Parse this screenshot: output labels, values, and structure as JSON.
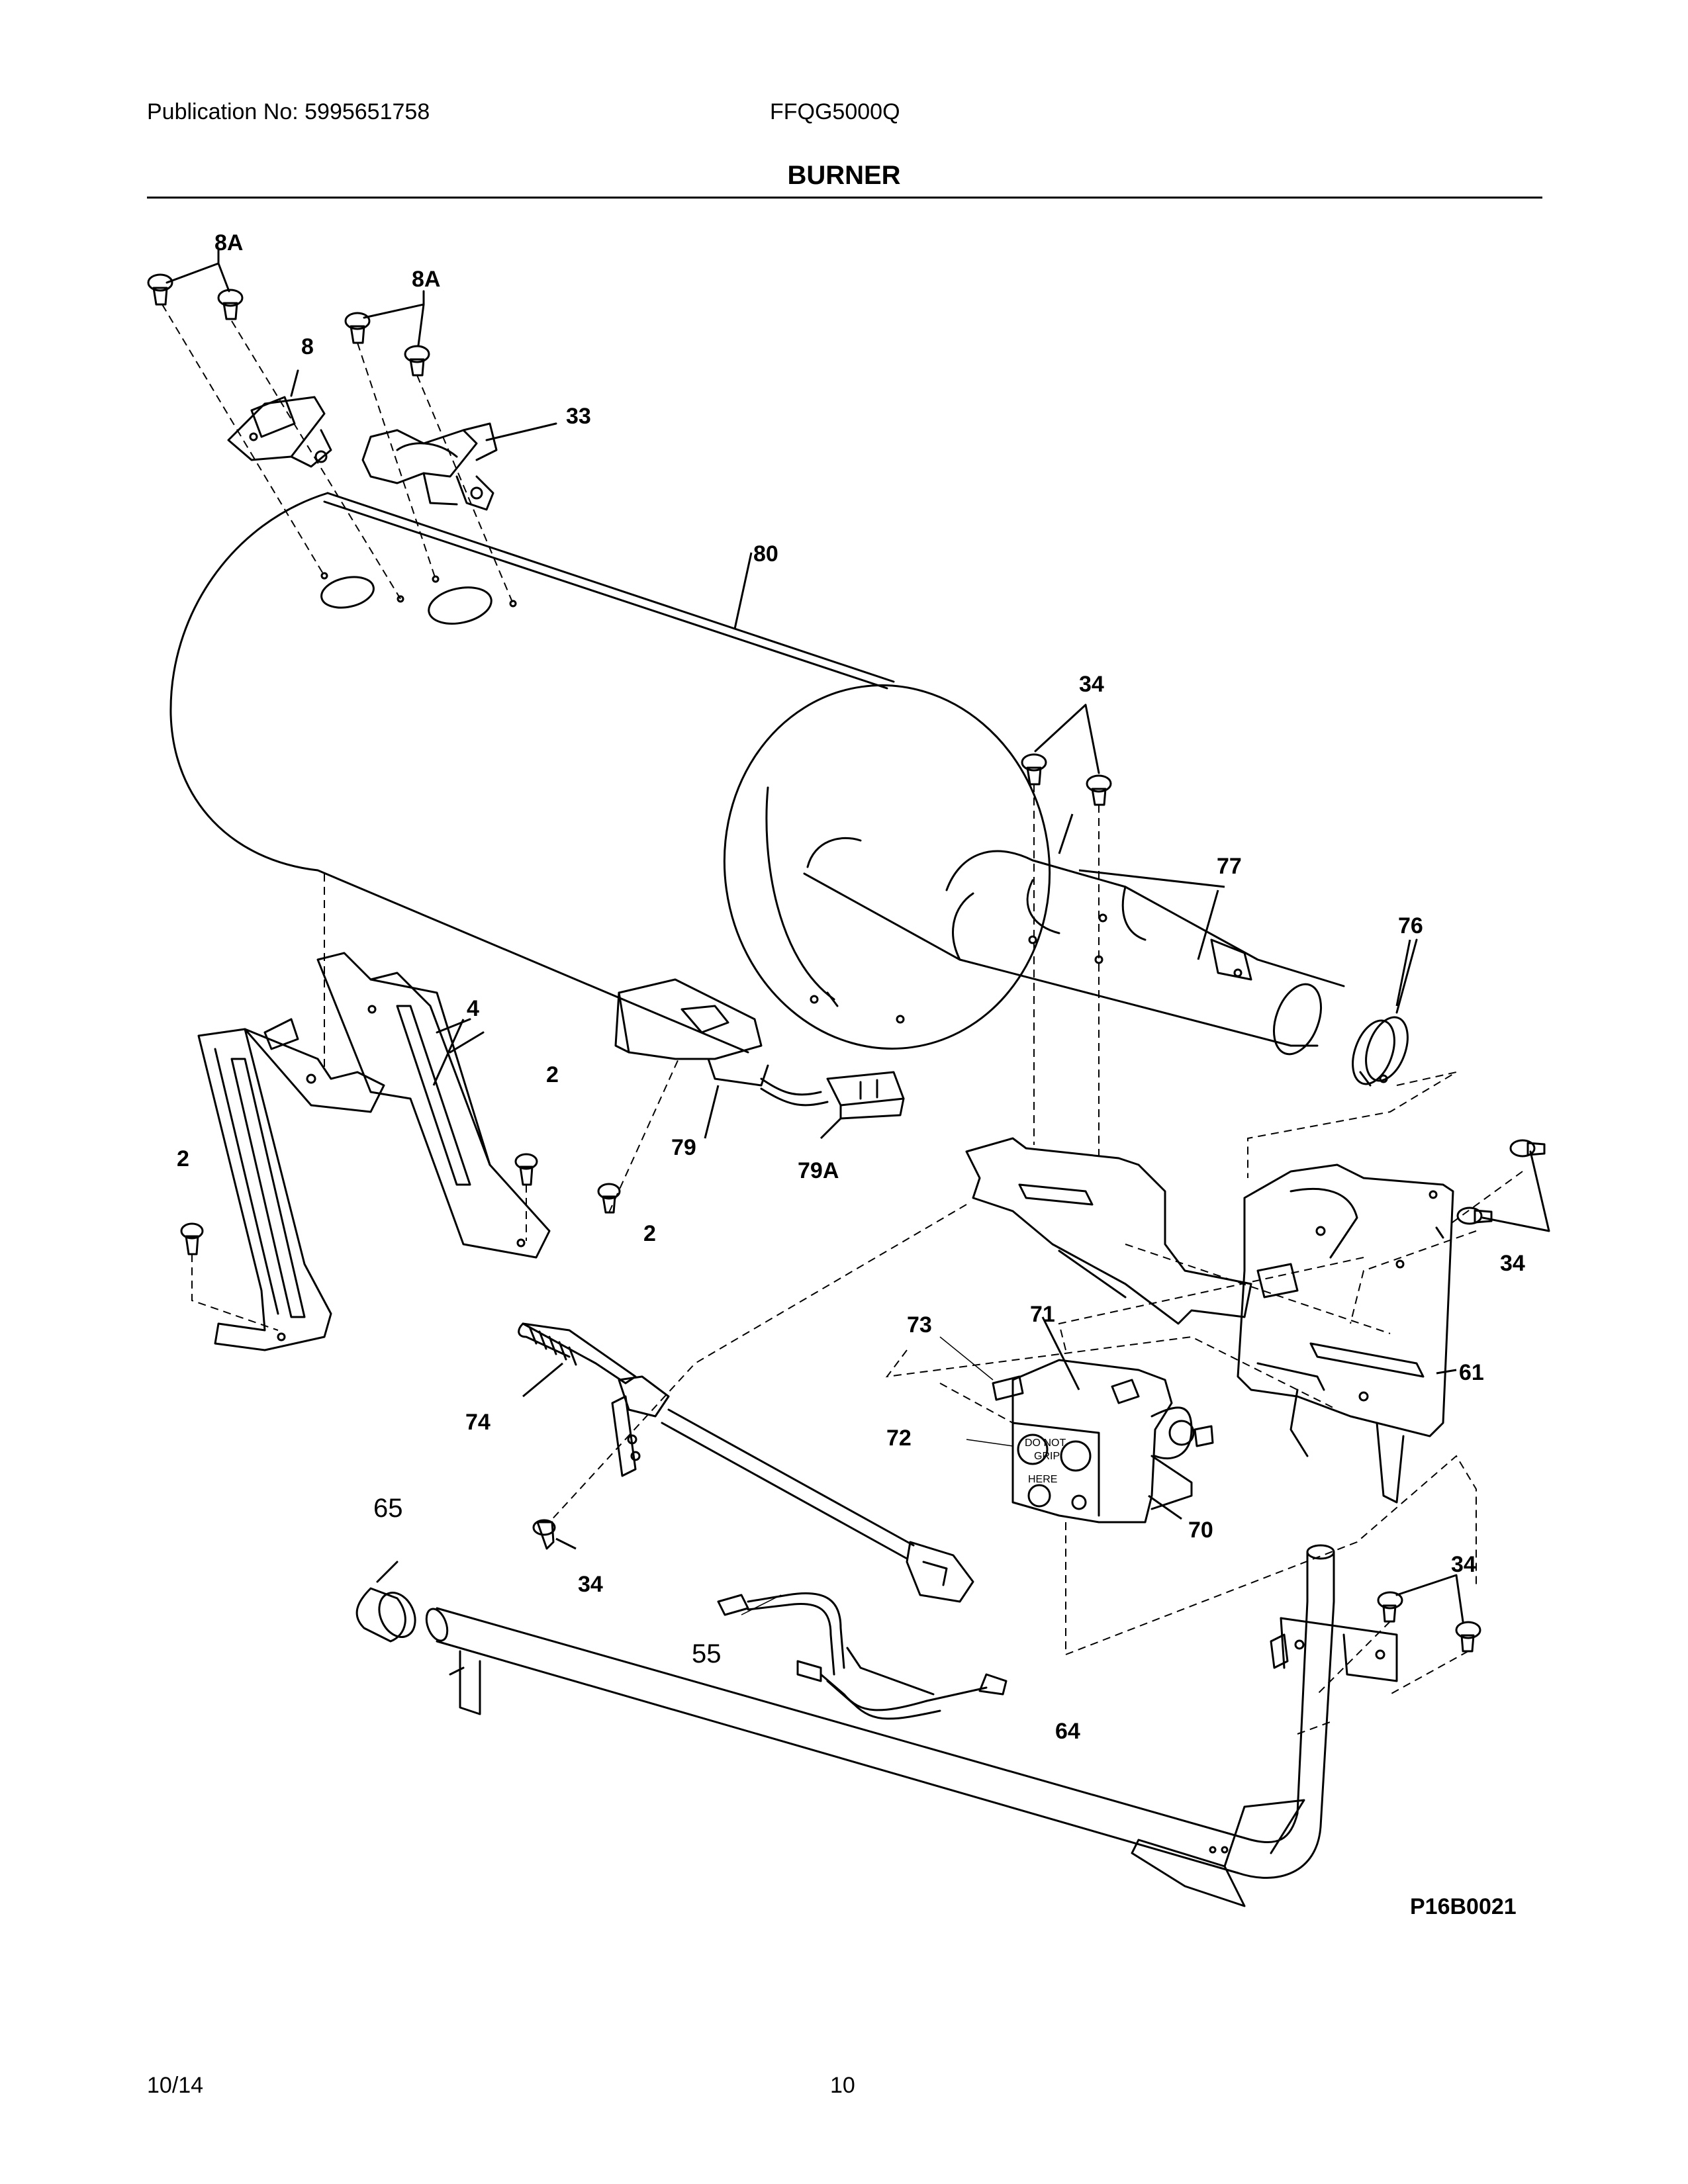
{
  "header": {
    "publication": "Publication No: 5995651758",
    "model": "FFQG5000Q",
    "title": "BURNER"
  },
  "diagram": {
    "figure_id": "P16B0021",
    "callouts": {
      "c8a_1": "8A",
      "c8a_2": "8A",
      "c8": "8",
      "c33": "33",
      "c80": "80",
      "c34_top": "34",
      "c77": "77",
      "c76": "76",
      "c4": "4",
      "c2_a": "2",
      "c2_b": "2",
      "c2_c": "2",
      "c79": "79",
      "c79a": "79A",
      "c34_right": "34",
      "c61": "61",
      "c73": "73",
      "c71": "71",
      "c72": "72",
      "c70": "70",
      "c74": "74",
      "c65": "65",
      "c34_mid": "34",
      "c55": "55",
      "c34_low": "34",
      "c64": "64"
    },
    "valve_text": [
      "DO NOT",
      "GRIP",
      "HERE"
    ]
  },
  "footer": {
    "date": "10/14",
    "page": "10"
  }
}
